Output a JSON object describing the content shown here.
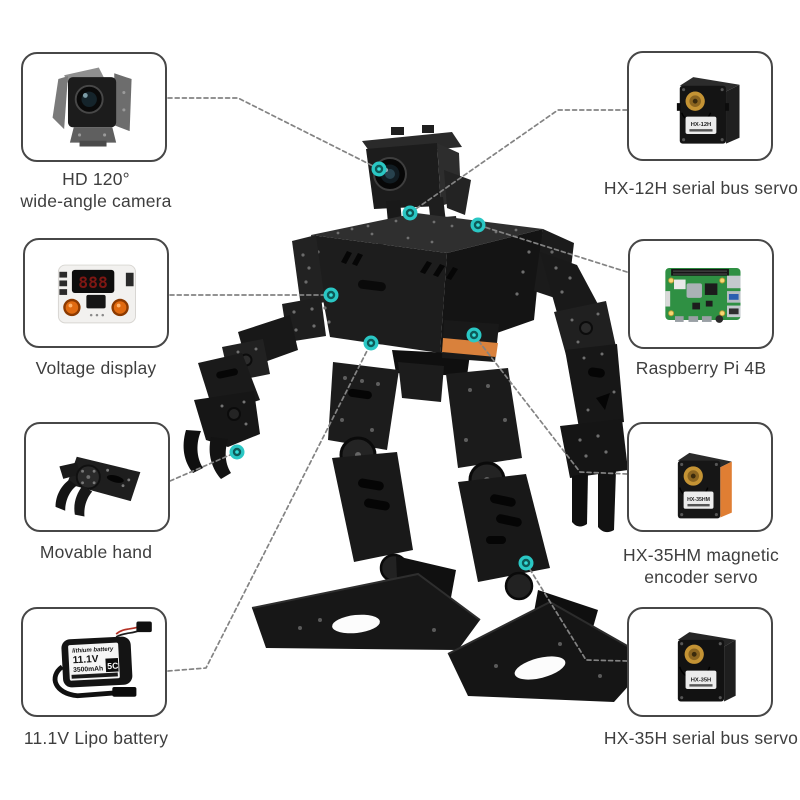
{
  "page": {
    "background": "#ffffff",
    "type": "robot parts callout diagram"
  },
  "markers": {
    "color": "#2ac7c4",
    "count": 8
  },
  "callouts": [
    {
      "id": "camera",
      "label": "HD 120°\nwide-angle camera"
    },
    {
      "id": "voltage",
      "label": "Voltage display"
    },
    {
      "id": "movable-hand",
      "label": "Movable hand"
    },
    {
      "id": "lipo-battery",
      "label": "11.1V Lipo battery"
    },
    {
      "id": "hx12h-servo",
      "label": "HX-12H serial bus servo"
    },
    {
      "id": "raspberry-pi",
      "label": "Raspberry Pi 4B"
    },
    {
      "id": "hx35hm-servo",
      "label": "HX-35HM magnetic\nencoder servo"
    },
    {
      "id": "hx35h-servo",
      "label": "HX-35H serial bus servo"
    }
  ],
  "component_details": {
    "battery": {
      "brand": "lithium battery",
      "voltage": "11.1V",
      "capacity": "3500mAh",
      "c_rating": "5C"
    },
    "voltage_display": {
      "digits": "888"
    },
    "servo_labels": {
      "hx12h": "HX-12H",
      "hx35hm": "HX-35HM",
      "hx35h": "HX-35H"
    }
  },
  "colors": {
    "servo_orange": "#d9813c",
    "line_gray": "#838383",
    "robot_black": "#1c1c1c"
  }
}
